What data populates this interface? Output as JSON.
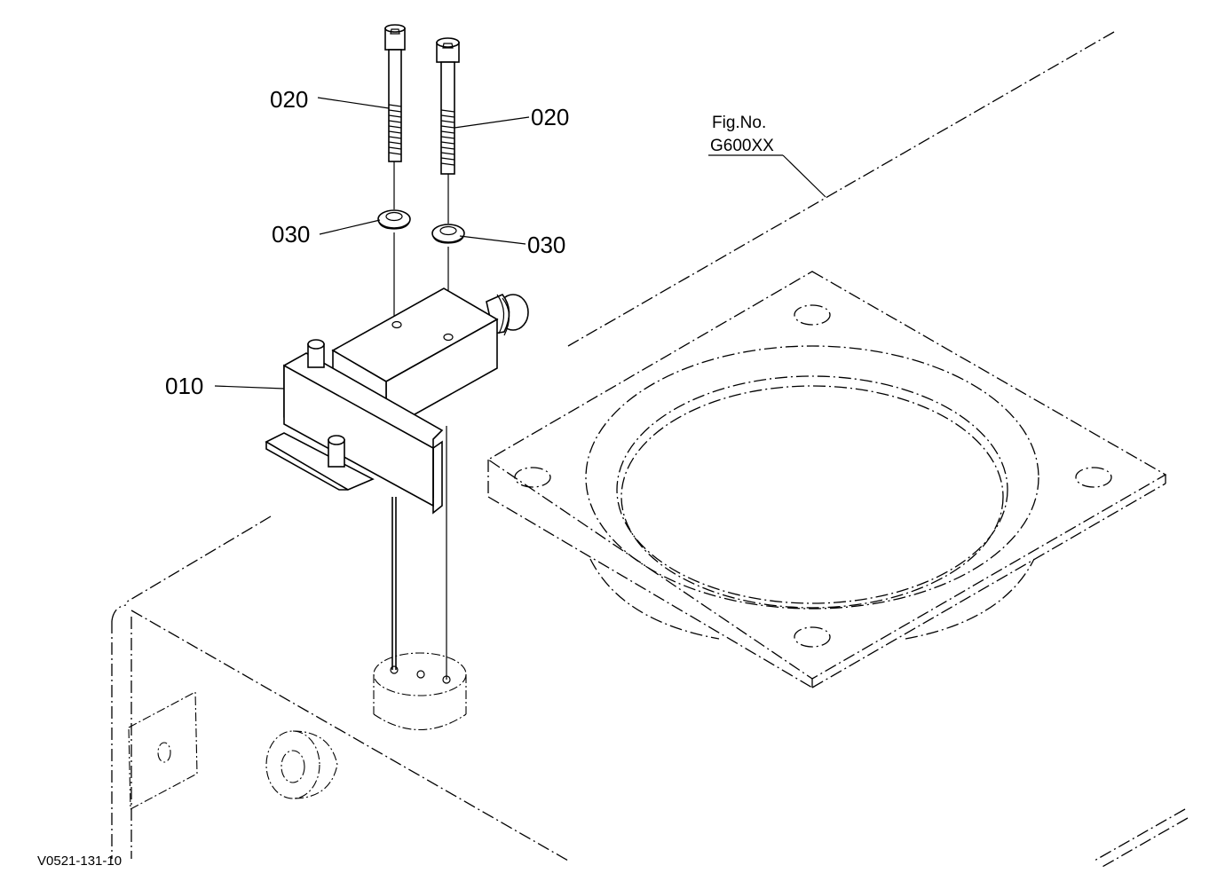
{
  "callouts": {
    "bolt_left": "020",
    "bolt_right": "020",
    "washer_left": "030",
    "washer_right": "030",
    "switch": "010"
  },
  "figure_ref": {
    "line1": "Fig.No.",
    "line2": "G600XX"
  },
  "drawing_code": "V0521-131-10",
  "colors": {
    "line": "#000000",
    "background": "#ffffff"
  }
}
